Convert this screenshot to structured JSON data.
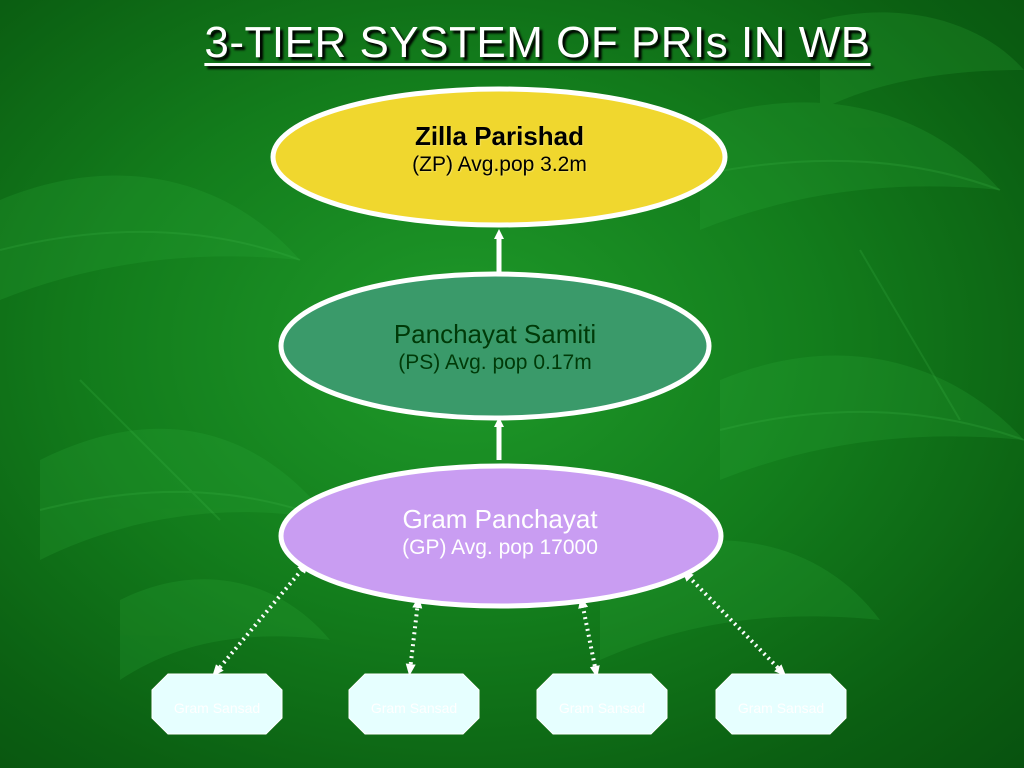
{
  "title": "3-TIER SYSTEM OF PRIs IN WB",
  "colors": {
    "zilla_parishad": "#f0d72e",
    "panchayat_samiti": "#3a9a6a",
    "gram_panchayat": "#c99df2",
    "gram_sansad": "#e6ffff",
    "connector": "#ffffff"
  },
  "nodes": {
    "zilla_parishad": {
      "name": "Zilla Parishad",
      "detail": "(ZP) Avg.pop 3.2m"
    },
    "panchayat_samiti": {
      "name": "Panchayat Samiti",
      "detail": "(PS) Avg. pop 0.17m"
    },
    "gram_panchayat": {
      "name": "Gram Panchayat",
      "detail": "(GP) Avg. pop 17000"
    }
  },
  "gram_sansads": [
    {
      "label": "Gram Sansad"
    },
    {
      "label": "Gram Sansad"
    },
    {
      "label": "Gram Sansad"
    },
    {
      "label": "Gram Sansad"
    }
  ]
}
